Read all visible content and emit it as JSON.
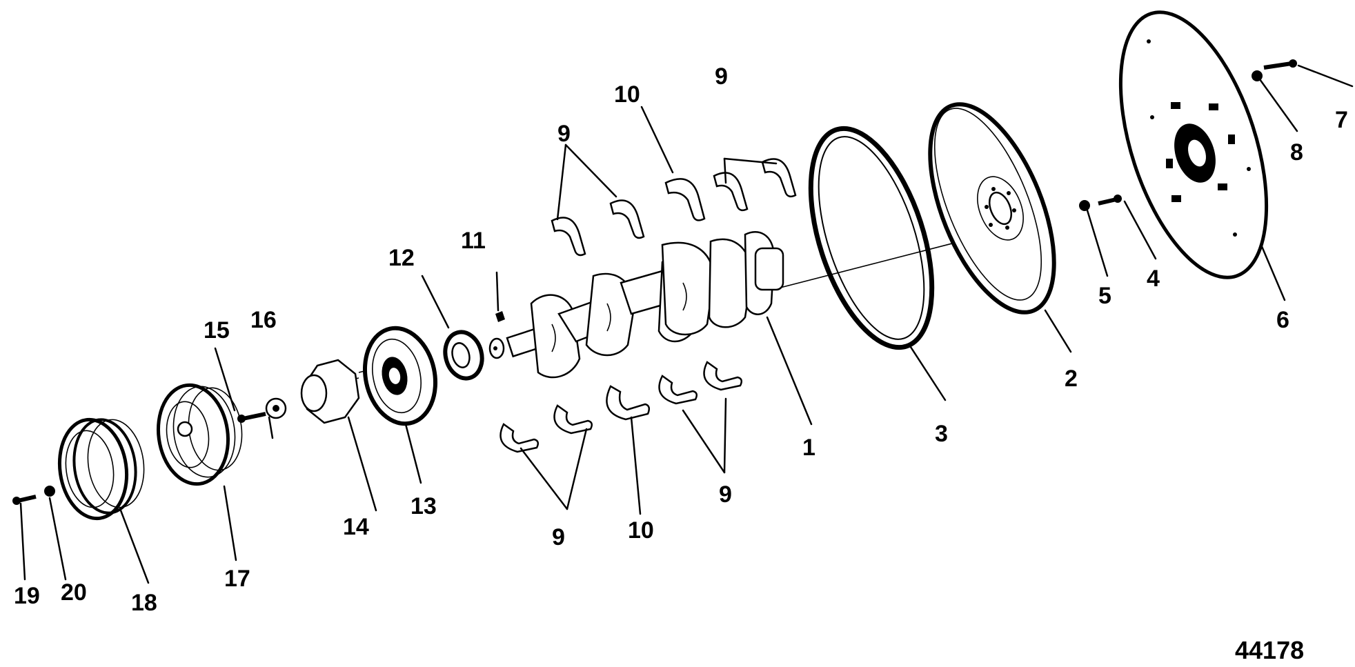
{
  "diagram": {
    "figure_number": "44178",
    "callouts": [
      "1",
      "2",
      "3",
      "4",
      "5",
      "6",
      "7",
      "8",
      "9",
      "9",
      "9",
      "9",
      "10",
      "10",
      "11",
      "12",
      "13",
      "14",
      "15",
      "16",
      "17",
      "18",
      "19",
      "20"
    ]
  }
}
